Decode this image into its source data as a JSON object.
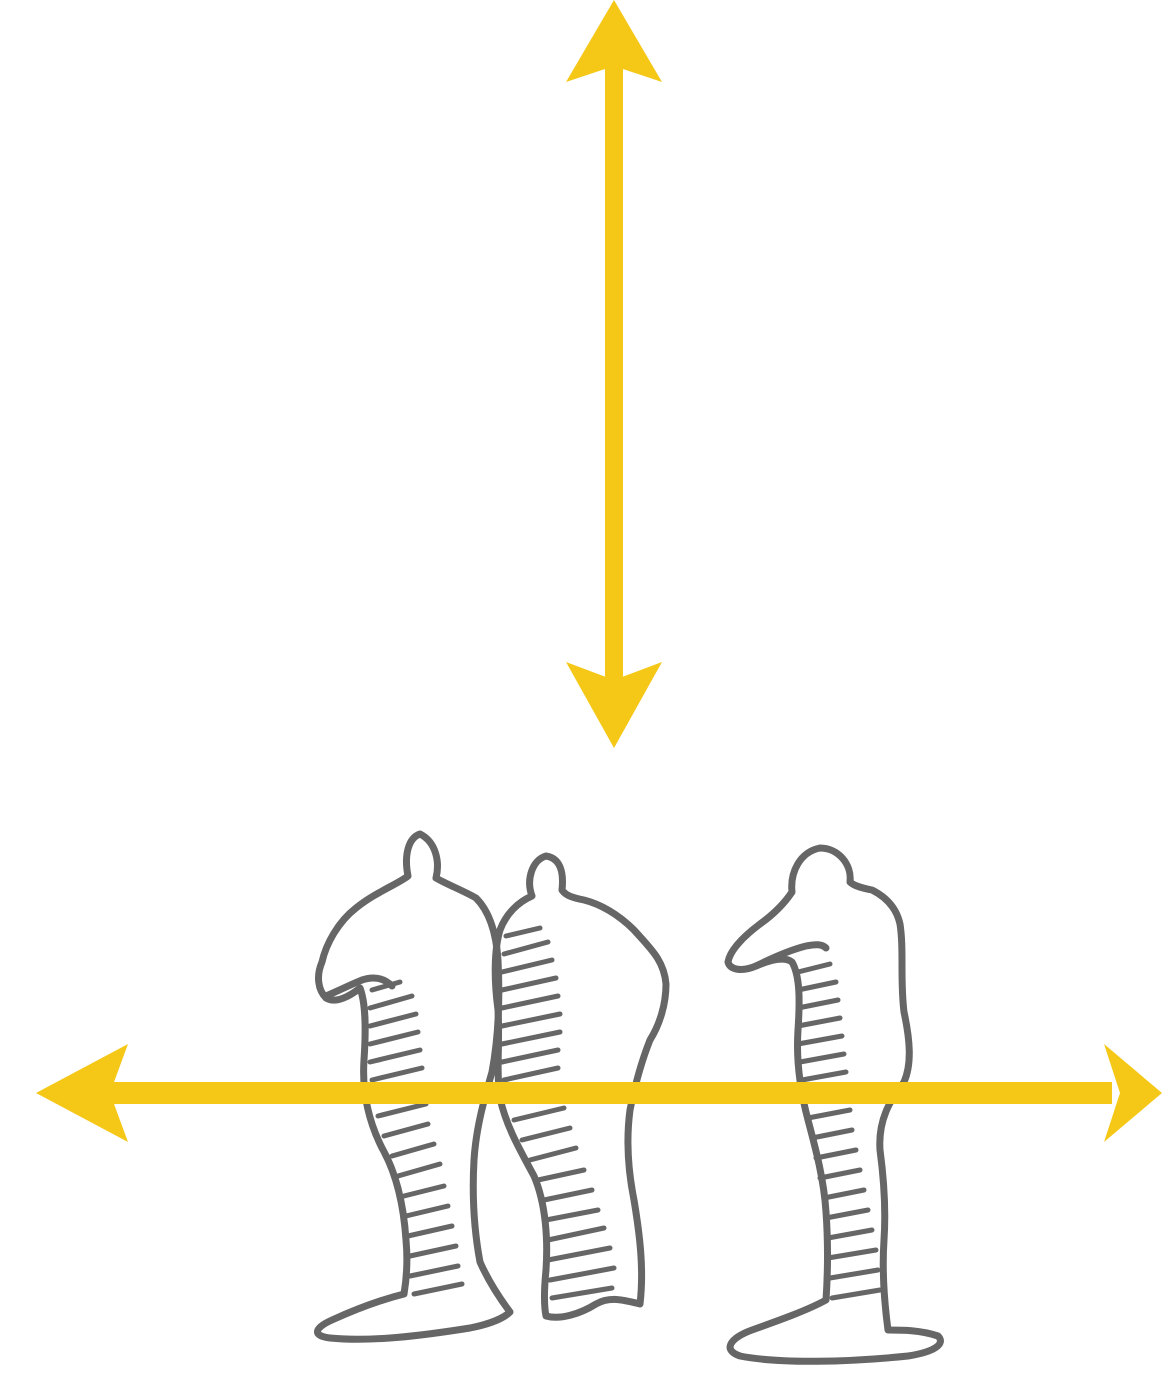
{
  "diagram": {
    "arrow_color": "#F5C818",
    "sketch_color": "#666666",
    "background_color": "#FFFFFF",
    "arrows": [
      {
        "id": "vertical",
        "direction": "bidirectional-vertical"
      },
      {
        "id": "horizontal",
        "direction": "bidirectional-horizontal"
      }
    ],
    "figures": [
      {
        "id": "person-left",
        "icon": "standing-person-sketch"
      },
      {
        "id": "person-middle",
        "icon": "standing-person-sketch"
      },
      {
        "id": "person-right",
        "icon": "standing-person-sketch"
      }
    ]
  }
}
